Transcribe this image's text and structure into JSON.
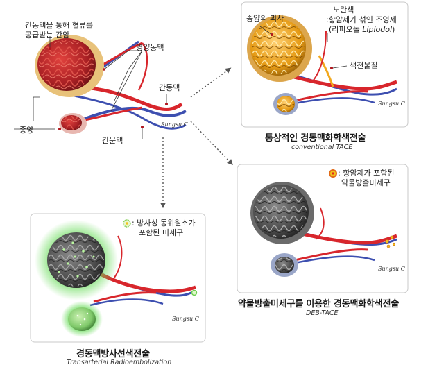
{
  "main": {
    "label_liver_tumor": "간동맥을 통해 혈류를",
    "label_liver_tumor_2": "공급받는 간암",
    "label_nutrient_artery": "영양동맥",
    "label_hepatic_artery": "간동맥",
    "label_tumor": "종양",
    "label_portal_vein": "간문맥",
    "signature": "Sungsu C"
  },
  "conventional": {
    "label_necrosis": "종양의 괴사",
    "label_yellow": "노란색",
    "label_lipiodol_1": ":항암제가 섞인 조영제",
    "label_lipiodol_2a": "(리피오돌 ",
    "label_lipiodol_2b": "Lipiodol",
    "label_lipiodol_2c": ")",
    "label_embolic": "색전물질",
    "caption": "통상적인 경동맥화학색전술",
    "subcaption": "conventional TACE",
    "signature": "Sungsu C"
  },
  "deb": {
    "legend_1": ": 항암제가 포함된",
    "legend_2": "약물방출미세구",
    "caption": "약물방출미세구를 이용한 경동맥화학색전술",
    "subcaption": "DEB-TACE",
    "signature": "Sungsu C"
  },
  "tare": {
    "legend_1": ": 방사성 동위원소가",
    "legend_2": "포함된 미세구",
    "caption": "경동맥방사선색전술",
    "subcaption": "Transarterial Radioembolization",
    "signature": "Sungsu C"
  },
  "colors": {
    "artery": "#d8262c",
    "vein": "#3d4fb0",
    "lipiodol": "#f2a81d",
    "tumor_red": "#b8282b",
    "necrotic": "#4a4a4a",
    "radio_glow": "#5fd35a",
    "bead": "#f0c21b"
  }
}
